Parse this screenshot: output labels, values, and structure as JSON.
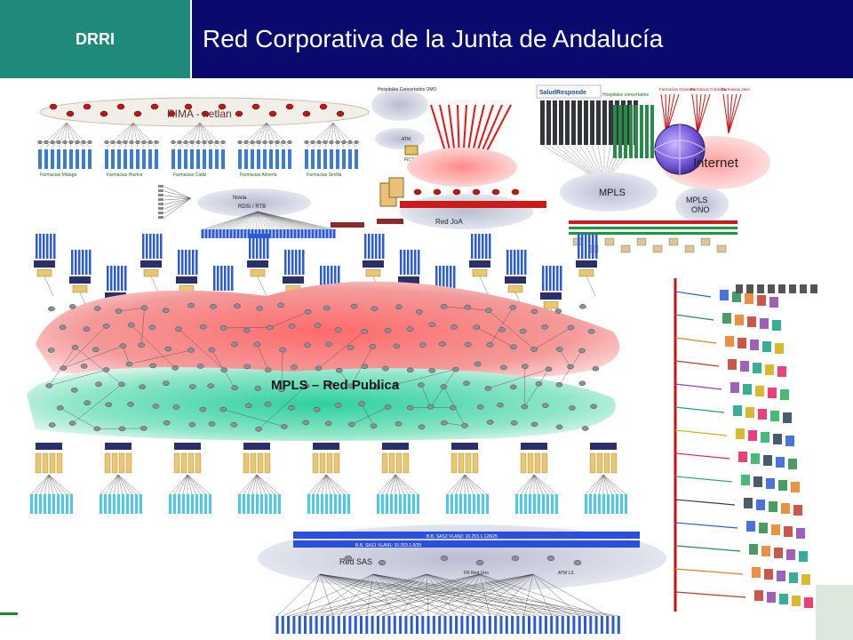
{
  "header": {
    "section": "DRRI",
    "title": "Red Corporativa de la Junta de Andalucía"
  },
  "diagram": {
    "labels": {
      "rim": "RIMA - netlan",
      "hospitales_omo": "Hospitales Concertados OMO",
      "salud_responde": "SaludResponde",
      "hospitales_concertados": "Hospitales concertados",
      "internet": "Internet",
      "mpls_top": "MPLS",
      "mpls_ono": "MPLS ONO",
      "red_joa": "Red JoA",
      "novia": "Novia\nRDSI / RTB",
      "mpls_red_publica": "MPLS – Red Publica",
      "red_sas": "Red SAS",
      "bb_sas2": "B.B. SAS2   VLAN2: 10.253.1.128/25",
      "bb_sas1": "B.B. SAS1   VLAN1: 10.253.1.0/25",
      "fr_red_uno": "FR Red Uno",
      "atm_ls": "ATM LS",
      "atm": "ATM",
      "ficsa": "FICA"
    },
    "farmacias": [
      "Farmacias Málaga",
      "Farmacias Huelva",
      "Farmacias Cádiz",
      "Farmacias Almería",
      "Farmacias Sevilla"
    ],
    "farmacias_top": [
      "Farmacias Granada",
      "Farmacias Córdoba",
      "Farmacias Jaén"
    ],
    "colors": {
      "header_green": "#1f8a7a",
      "header_blue": "#0a0a6e",
      "cloud_red": "#e84a4a",
      "cloud_green": "#33c9a0",
      "sas_bar": "#2a4fd8",
      "internet_globe": "#6a5acd"
    }
  }
}
